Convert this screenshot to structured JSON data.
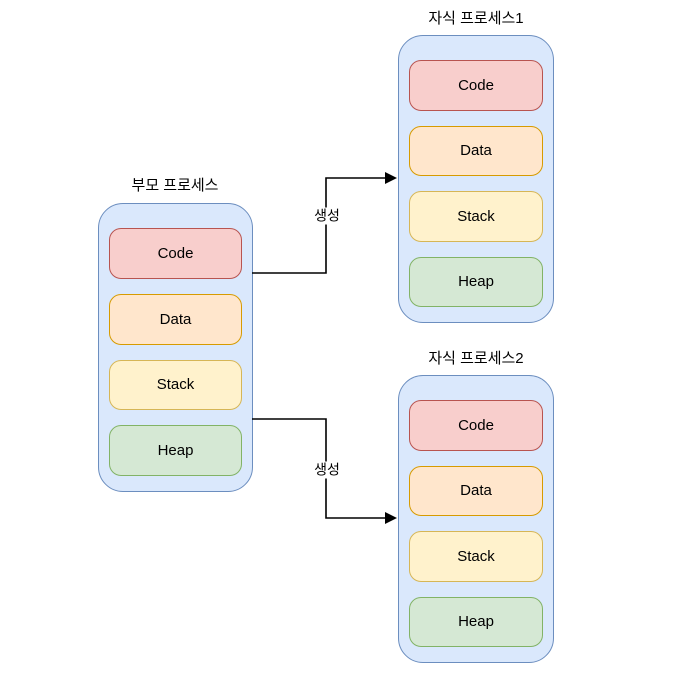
{
  "colors": {
    "canvas_bg": "#ffffff",
    "text": "#000000",
    "arrow": "#000000",
    "container": {
      "fill": "#dae8fc",
      "stroke": "#6c8ebf"
    },
    "code": {
      "fill": "#f8cecc",
      "stroke": "#b85450"
    },
    "data": {
      "fill": "#ffe6cc",
      "stroke": "#d79b00"
    },
    "stack": {
      "fill": "#fff2cc",
      "stroke": "#d6b656"
    },
    "heap": {
      "fill": "#d5e8d4",
      "stroke": "#82b366"
    }
  },
  "diagram": {
    "type": "process-fork-diagram",
    "parent": {
      "title": "부모 프로세스",
      "segments": [
        "Code",
        "Data",
        "Stack",
        "Heap"
      ]
    },
    "children": [
      {
        "title": "자식 프로세스1",
        "segments": [
          "Code",
          "Data",
          "Stack",
          "Heap"
        ]
      },
      {
        "title": "자식 프로세스2",
        "segments": [
          "Code",
          "Data",
          "Stack",
          "Heap"
        ]
      }
    ],
    "edges": [
      {
        "from": "부모 프로세스",
        "to": "자식 프로세스1",
        "label": "생성"
      },
      {
        "from": "부모 프로세스",
        "to": "자식 프로세스2",
        "label": "생성"
      }
    ]
  }
}
